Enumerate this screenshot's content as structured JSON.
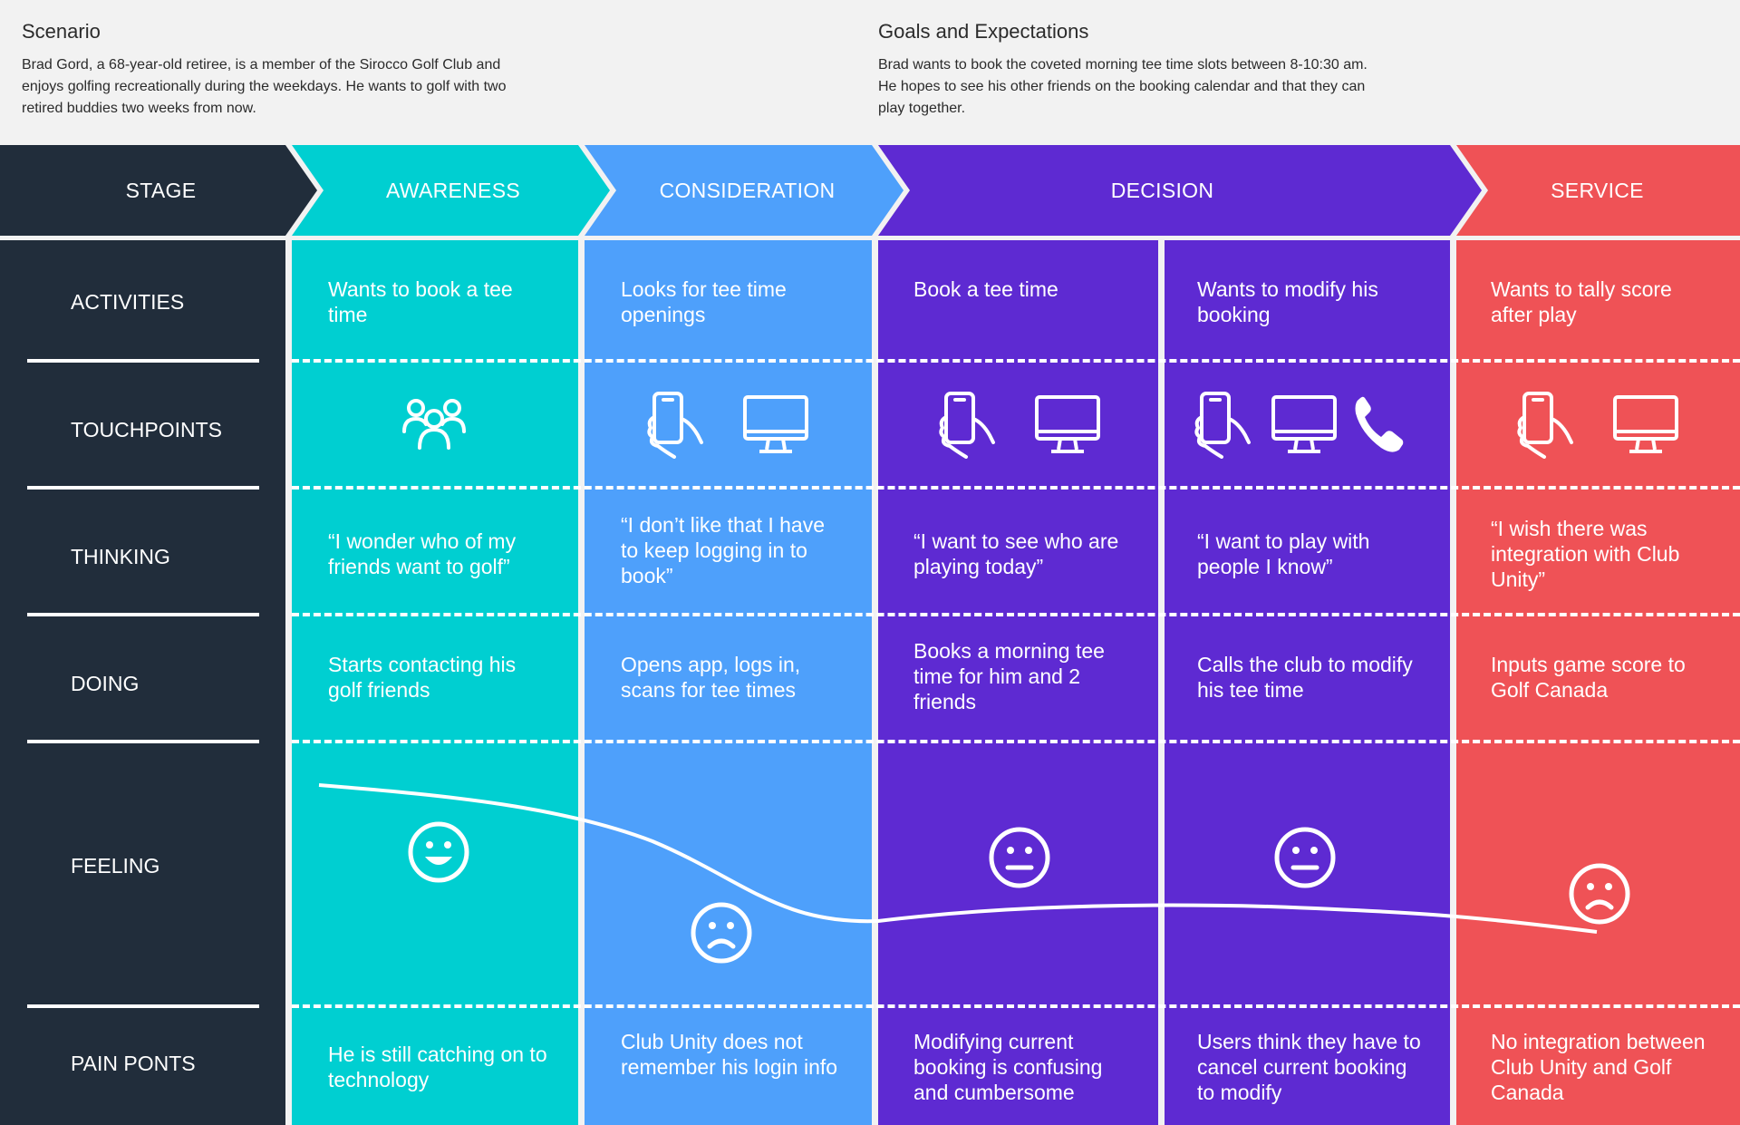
{
  "scenario": {
    "title": "Scenario",
    "text": "Brad Gord, a 68-year-old retiree, is a member of the Sirocco Golf Club and enjoys golfing recreationally during the weekdays. He wants to golf with two retired buddies two weeks from now."
  },
  "goals": {
    "title": "Goals and Expectations",
    "text": "Brad wants to book the coveted morning tee time slots between 8-10:30 am. He hopes to see his other friends on the booking calendar and that they can play together."
  },
  "stages": [
    {
      "label": "STAGE",
      "color": "#212d3b"
    },
    {
      "label": "AWARENESS",
      "color": "#00cfd1"
    },
    {
      "label": "CONSIDERATION",
      "color": "#4ea0fb"
    },
    {
      "label": "DECISION",
      "color": "#5e2ad2"
    },
    {
      "label": "SERVICE",
      "color": "#ef5256"
    }
  ],
  "rows": [
    "ACTIVITIES",
    "TOUCHPOINTS",
    "THINKING",
    "DOING",
    "FEELING",
    "PAIN PONTS"
  ],
  "columns": [
    {
      "stage": "AWARENESS",
      "activity": "Wants to book a tee time",
      "touchpoints": [
        "people-icon"
      ],
      "thinking": "“I wonder who of my friends want to golf”",
      "doing": "Starts contacting his golf friends",
      "feeling": "happy",
      "pain": "He is still catching on to technology"
    },
    {
      "stage": "CONSIDERATION",
      "activity": "Looks for tee time openings",
      "touchpoints": [
        "phone-hand-icon",
        "monitor-icon"
      ],
      "thinking": "“I don’t like that I have to keep logging in to book”",
      "doing": "Opens app, logs in, scans for tee times",
      "feeling": "sad",
      "pain": "Club Unity does not remember his login info"
    },
    {
      "stage": "DECISION",
      "activity": "Book a tee time",
      "touchpoints": [
        "phone-hand-icon",
        "monitor-icon"
      ],
      "thinking": "“I want to see who are playing today”",
      "doing": "Books a morning tee time for him and 2 friends",
      "feeling": "neutral",
      "pain": "Modifying current booking is confusing and cumbersome"
    },
    {
      "stage": "DECISION",
      "activity": "Wants to modify his booking",
      "touchpoints": [
        "phone-hand-icon",
        "monitor-icon",
        "telephone-icon"
      ],
      "thinking": "“I want to play with people I know”",
      "doing": "Calls the club to modify his tee time",
      "feeling": "neutral",
      "pain": "Users think they have to cancel current booking to modify"
    },
    {
      "stage": "SERVICE",
      "activity": "Wants to tally score after play",
      "touchpoints": [
        "phone-hand-icon",
        "monitor-icon"
      ],
      "thinking": "“I wish there was integration with Club Unity”",
      "doing": "Inputs game score to Golf Canada",
      "feeling": "sad",
      "pain": "No integration between Club Unity and Golf Canada"
    }
  ]
}
